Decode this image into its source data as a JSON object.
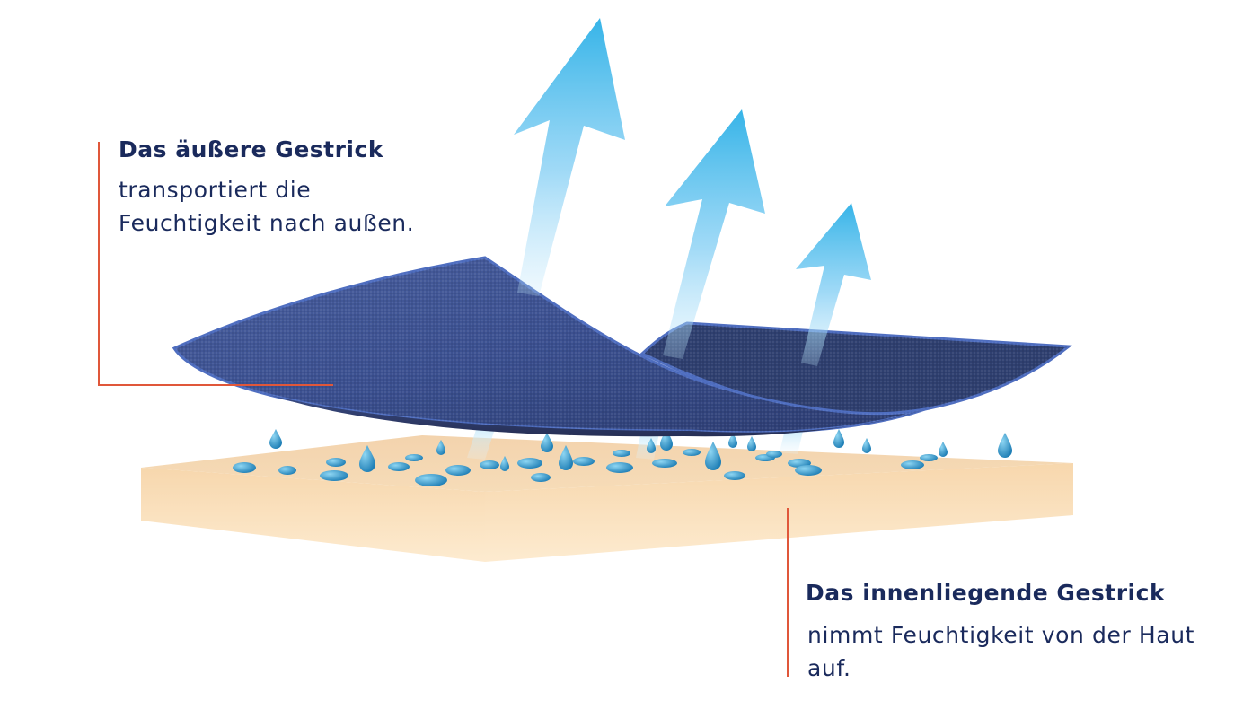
{
  "outer_layer": {
    "title": "Das äußere Gestrick",
    "text": "transportiert die Feuchtigkeit nach außen."
  },
  "inner_layer": {
    "title": "Das innenliegende Gestrick",
    "text": "nimmt Feuchtigkeit von der Haut auf."
  },
  "colors": {
    "text": "#1a2a5c",
    "leader_line": "#e0573a",
    "arrow": "#3db8ea",
    "fabric": "#3d5393",
    "skin": "#f7d9b0",
    "droplet": "#2e9ccf"
  }
}
